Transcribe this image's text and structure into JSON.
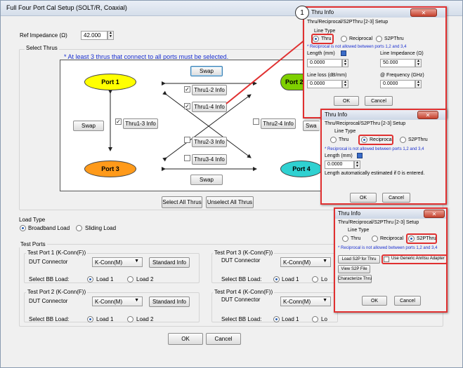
{
  "window": {
    "title": "Full Four Port Cal Setup (SOLT/R, Coaxial)"
  },
  "ref_impedance": {
    "label": "Ref Impedance (Ω)",
    "value": "42.000"
  },
  "select_thrus": {
    "group_label": "Select Thrus",
    "instruction": "* At least 3 thrus that connect to all ports must be selected.",
    "ports": [
      "Port 1",
      "Port 2",
      "Port 3",
      "Port 4"
    ],
    "port_colors": {
      "port1": "#ffff00",
      "port2": "#7ed000",
      "port3": "#ff9a1a",
      "port4": "#2fd1d1"
    },
    "swap_label": "Swap",
    "thru_labels": [
      "Thru1-2 Info",
      "Thru1-4 Info",
      "Thru1-3 Info",
      "Thru2-4 Info",
      "Thru2-3 Info",
      "Thru3-4 Info"
    ],
    "select_all": "Select All Thrus",
    "unselect_all": "Unselect All Thrus"
  },
  "load_type": {
    "group_label": "Load Type",
    "options": [
      "Broadband Load",
      "Sliding Load"
    ],
    "selected": "Broadband Load"
  },
  "test_ports": {
    "group_label": "Test Ports",
    "dut_connector_label": "DUT Connector",
    "select_bb_label": "Select BB Load:",
    "standard_info": "Standard Info",
    "load1": "Load 1",
    "load2": "Load 2",
    "ports": [
      {
        "title": "Test Port 1 (K-Conn(F))",
        "connector": "K-Conn(M)"
      },
      {
        "title": "Test Port 2 (K-Conn(F))",
        "connector": "K-Conn(M)"
      },
      {
        "title": "Test Port 3 (K-Conn(F))",
        "connector": "K-Conn(M)"
      },
      {
        "title": "Test Port 4 (K-Conn(F))",
        "connector": "K-Conn(M)"
      }
    ],
    "ok_label": "OK",
    "cancel_label": "Cancel",
    "load2_port3_partial": "Lo",
    "load2_port4_partial": "Lo"
  },
  "callout_number": "1",
  "popup_thru": {
    "title": "Thru Info",
    "setup_label": "Thru/Reciprocal/S2PThru [2-3] Setup",
    "line_type_label": "Line Type",
    "options": [
      "Thru",
      "Reciprocal",
      "S2PThru"
    ],
    "selected": "Thru",
    "note": "* Reciprocal is not allowed between ports 1,2 and 3,4",
    "length_label": "Length (mm)",
    "length_value": "0.0000",
    "line_impedance_label": "Line Impedance (Ω)",
    "line_impedance_value": "50.000",
    "line_loss_label": "Line loss (dB/mm)",
    "line_loss_value": "0.0000",
    "frequency_label": "@ Frequency (GHz)",
    "frequency_value": "0.0000",
    "ok_label": "OK",
    "cancel_label": "Cancel"
  },
  "popup_reciprocal": {
    "title": "Thru Info",
    "setup_label": "Thru/Reciprocal/S2PThru [2-3] Setup",
    "line_type_label": "Line Type",
    "options": [
      "Thru",
      "Reciprocal",
      "S2PThru"
    ],
    "selected": "Reciprocal",
    "note": "* Reciprocal is not allowed between ports 1,2 and 3,4",
    "length_label": "Length (mm)",
    "length_value": "0.0000",
    "auto_note": "Length automatically estimated if 0 is entered.",
    "ok_label": "OK",
    "cancel_label": "Cancel"
  },
  "popup_s2p": {
    "title": "Thru Info",
    "setup_label": "Thru/Reciprocal/S2PThru [2-3] Setup",
    "line_type_label": "Line Type",
    "options": [
      "Thru",
      "Reciprocal",
      "S2PThru"
    ],
    "selected": "S2PThru",
    "note": "* Reciprocal is not allowed between ports 1,2 and 3,4",
    "load_s2p": "Load S2P for Thru",
    "use_generic": "Use Generic Anritsu Adapter",
    "view_s2p": "View S2P File",
    "characterize": "Characterize Thru",
    "ok_label": "OK",
    "cancel_label": "Cancel"
  },
  "swap_side_partial": "Swa"
}
